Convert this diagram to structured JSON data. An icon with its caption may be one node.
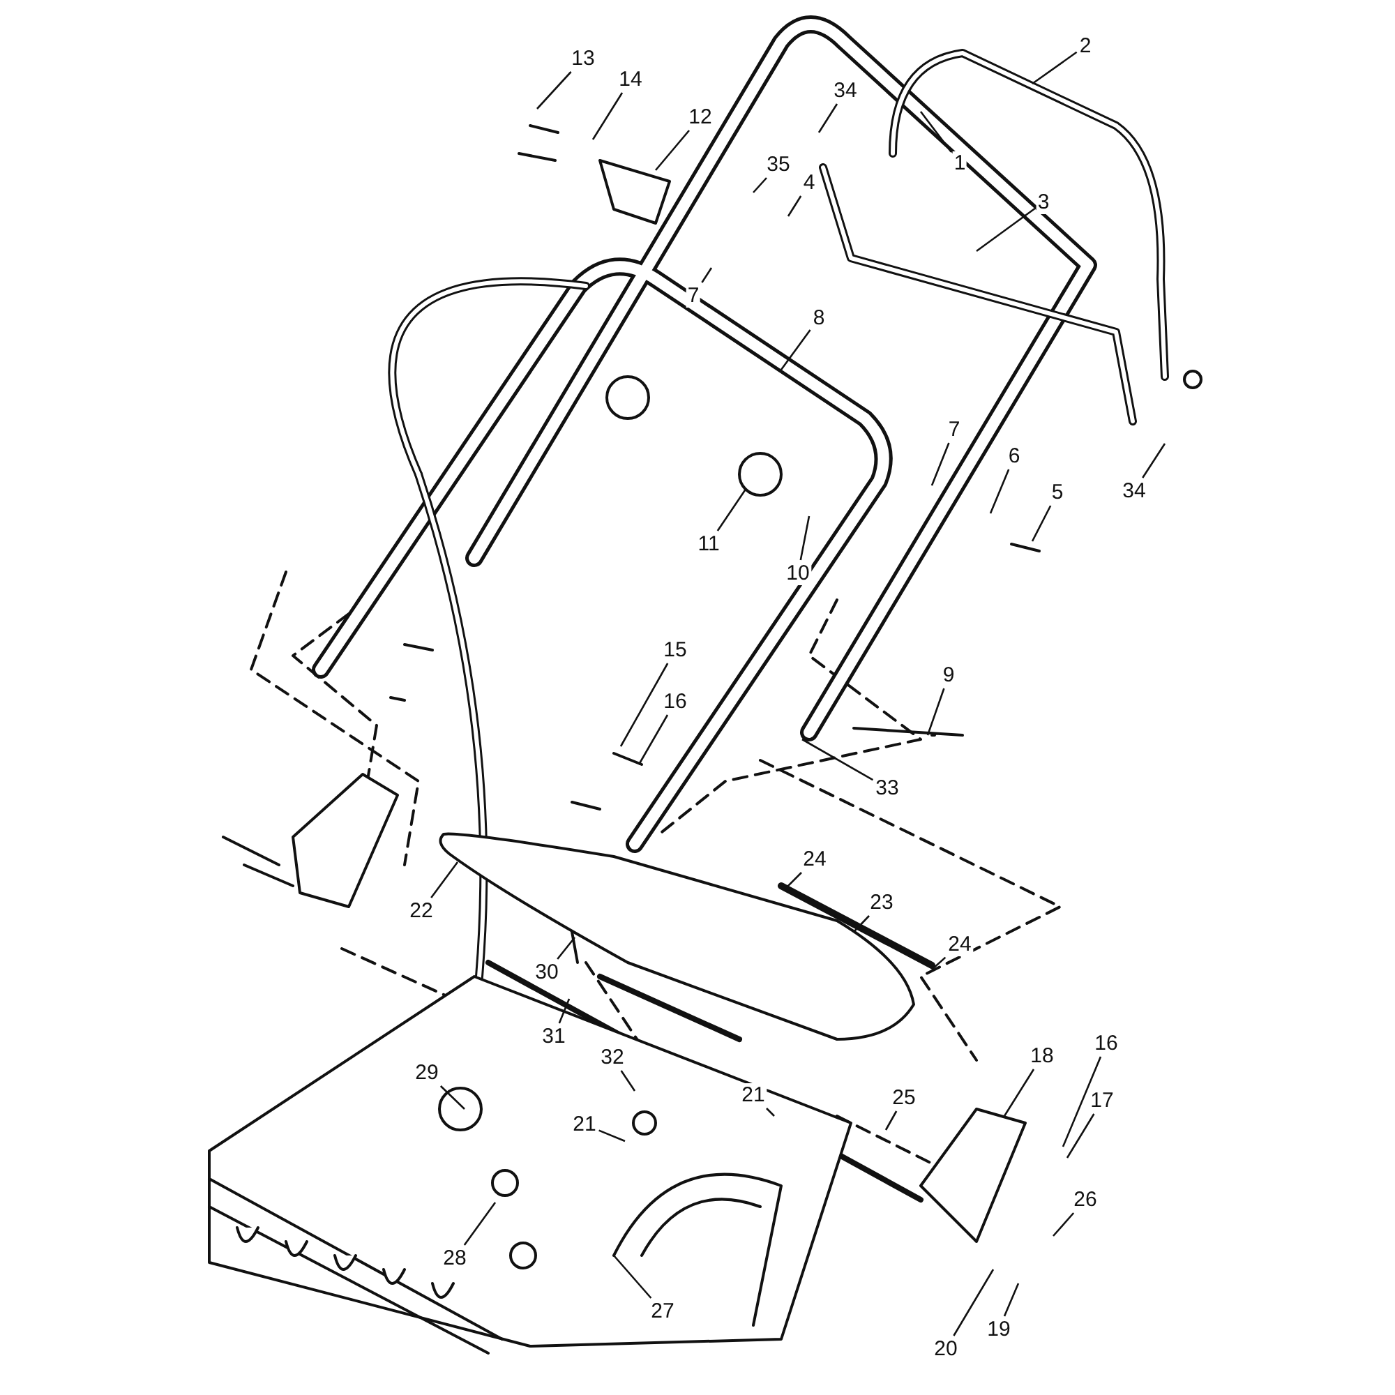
{
  "diagram": {
    "nodes": [
      {
        "text": [
          "13"
        ]
      },
      {
        "text": [
          "14"
        ]
      },
      {
        "text": [
          "12"
        ]
      },
      {
        "text": [
          "34"
        ]
      },
      {
        "text": [
          "2"
        ]
      },
      {
        "text": [
          "1"
        ]
      },
      {
        "text": [
          "35"
        ]
      },
      {
        "text": [
          "4"
        ]
      },
      {
        "text": [
          "3"
        ]
      },
      {
        "text": [
          "7"
        ]
      },
      {
        "text": [
          "8"
        ]
      },
      {
        "text": [
          "7"
        ]
      },
      {
        "text": [
          "6"
        ]
      },
      {
        "text": [
          "5"
        ]
      },
      {
        "text": [
          "34"
        ]
      },
      {
        "text": [
          "11"
        ]
      },
      {
        "text": [
          "10"
        ]
      },
      {
        "text": [
          "15"
        ]
      },
      {
        "text": [
          "16"
        ]
      },
      {
        "text": [
          "9"
        ]
      },
      {
        "text": [
          "33"
        ]
      },
      {
        "text": [
          "24"
        ]
      },
      {
        "text": [
          "23"
        ]
      },
      {
        "text": [
          "24"
        ]
      },
      {
        "text": [
          "22"
        ]
      },
      {
        "text": [
          "30"
        ]
      },
      {
        "text": [
          "31"
        ]
      },
      {
        "text": [
          "29"
        ]
      },
      {
        "text": [
          "32"
        ]
      },
      {
        "text": [
          "21"
        ]
      },
      {
        "text": [
          "21"
        ]
      },
      {
        "text": [
          "25"
        ]
      },
      {
        "text": [
          "18"
        ]
      },
      {
        "text": [
          "16"
        ]
      },
      {
        "text": [
          "17"
        ]
      },
      {
        "text": [
          "26"
        ]
      },
      {
        "text": [
          "28"
        ]
      },
      {
        "text": [
          "27"
        ]
      },
      {
        "text": [
          "20"
        ]
      },
      {
        "text": [
          "19"
        ]
      }
    ],
    "edges": [
      {
        "from": 0,
        "to": null,
        "arrow": "none"
      },
      {
        "from": 1,
        "to": null,
        "arrow": "none"
      },
      {
        "from": 2,
        "to": null,
        "arrow": "none"
      },
      {
        "from": 3,
        "to": null,
        "arrow": "none"
      },
      {
        "from": 4,
        "to": null,
        "arrow": "none"
      },
      {
        "from": 5,
        "to": null,
        "arrow": "none"
      },
      {
        "from": 6,
        "to": null,
        "arrow": "none"
      },
      {
        "from": 7,
        "to": null,
        "arrow": "none"
      },
      {
        "from": 8,
        "to": null,
        "arrow": "none"
      },
      {
        "from": 9,
        "to": null,
        "arrow": "none"
      },
      {
        "from": 10,
        "to": null,
        "arrow": "none"
      },
      {
        "from": 11,
        "to": null,
        "arrow": "none"
      },
      {
        "from": 12,
        "to": null,
        "arrow": "none"
      },
      {
        "from": 13,
        "to": null,
        "arrow": "none"
      },
      {
        "from": 14,
        "to": null,
        "arrow": "none"
      },
      {
        "from": 15,
        "to": null,
        "arrow": "none"
      },
      {
        "from": 16,
        "to": null,
        "arrow": "none"
      },
      {
        "from": 17,
        "to": null,
        "arrow": "none"
      },
      {
        "from": 18,
        "to": null,
        "arrow": "none"
      },
      {
        "from": 19,
        "to": null,
        "arrow": "none"
      },
      {
        "from": 20,
        "to": null,
        "arrow": "none"
      },
      {
        "from": 21,
        "to": null,
        "arrow": "none"
      },
      {
        "from": 22,
        "to": null,
        "arrow": "none"
      },
      {
        "from": 23,
        "to": null,
        "arrow": "none"
      },
      {
        "from": 24,
        "to": null,
        "arrow": "none"
      },
      {
        "from": 25,
        "to": null,
        "arrow": "none"
      },
      {
        "from": 26,
        "to": null,
        "arrow": "none"
      },
      {
        "from": 27,
        "to": null,
        "arrow": "none"
      },
      {
        "from": 28,
        "to": null,
        "arrow": "none"
      },
      {
        "from": 29,
        "to": null,
        "arrow": "none"
      },
      {
        "from": 30,
        "to": null,
        "arrow": "none"
      },
      {
        "from": 31,
        "to": null,
        "arrow": "none"
      },
      {
        "from": 32,
        "to": null,
        "arrow": "none"
      },
      {
        "from": 33,
        "to": null,
        "arrow": "none"
      },
      {
        "from": 34,
        "to": null,
        "arrow": "none"
      },
      {
        "from": 35,
        "to": null,
        "arrow": "none"
      },
      {
        "from": 36,
        "to": null,
        "arrow": "none"
      },
      {
        "from": 37,
        "to": null,
        "arrow": "none"
      },
      {
        "from": 38,
        "to": null,
        "arrow": "none"
      },
      {
        "from": 39,
        "to": null,
        "arrow": "none"
      }
    ]
  }
}
